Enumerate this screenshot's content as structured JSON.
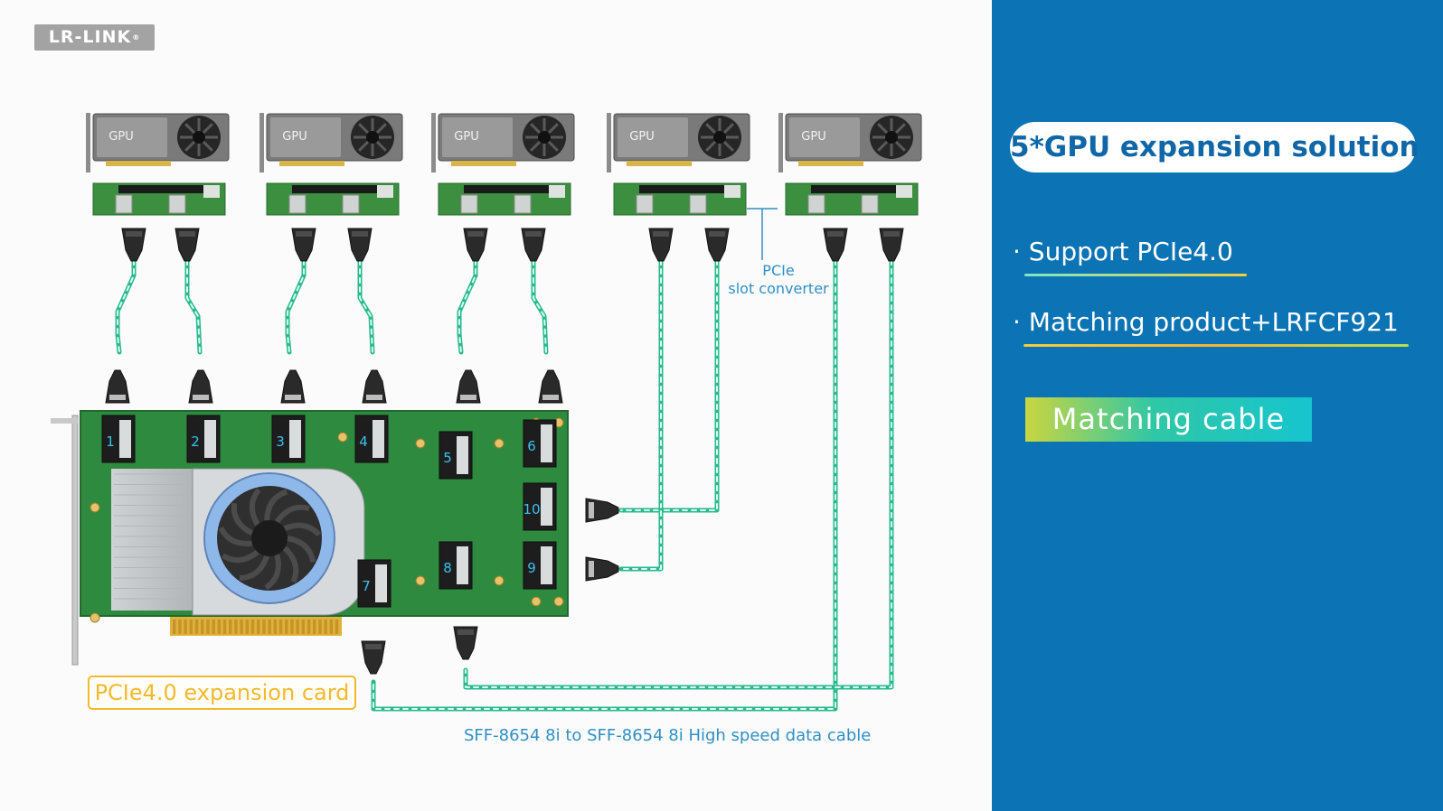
{
  "logo": {
    "text": "LR-LINK",
    "mark": "®"
  },
  "title": "5*GPU expansion solution",
  "features": [
    "· Support PCIe4.0",
    "· Matching product+LRFCF921"
  ],
  "cable_button": "Matching cable",
  "card_label": "PCIe4.0 expansion card",
  "slot_converter_label": {
    "line1": "PCIe",
    "line2": "slot converter"
  },
  "cable_label": "SFF-8654 8i to SFF-8654 8i High speed data cable",
  "gpu_label": "GPU",
  "port_numbers": [
    "1",
    "2",
    "3",
    "4",
    "5",
    "6",
    "7",
    "8",
    "9",
    "10"
  ],
  "colors": {
    "panel_blue": "#0c73b4",
    "cable_green": "#3fe3b3",
    "pcb_green": "#2e8a3e",
    "label_gold": "#f3b92e",
    "note_blue": "#2f8fc4"
  }
}
